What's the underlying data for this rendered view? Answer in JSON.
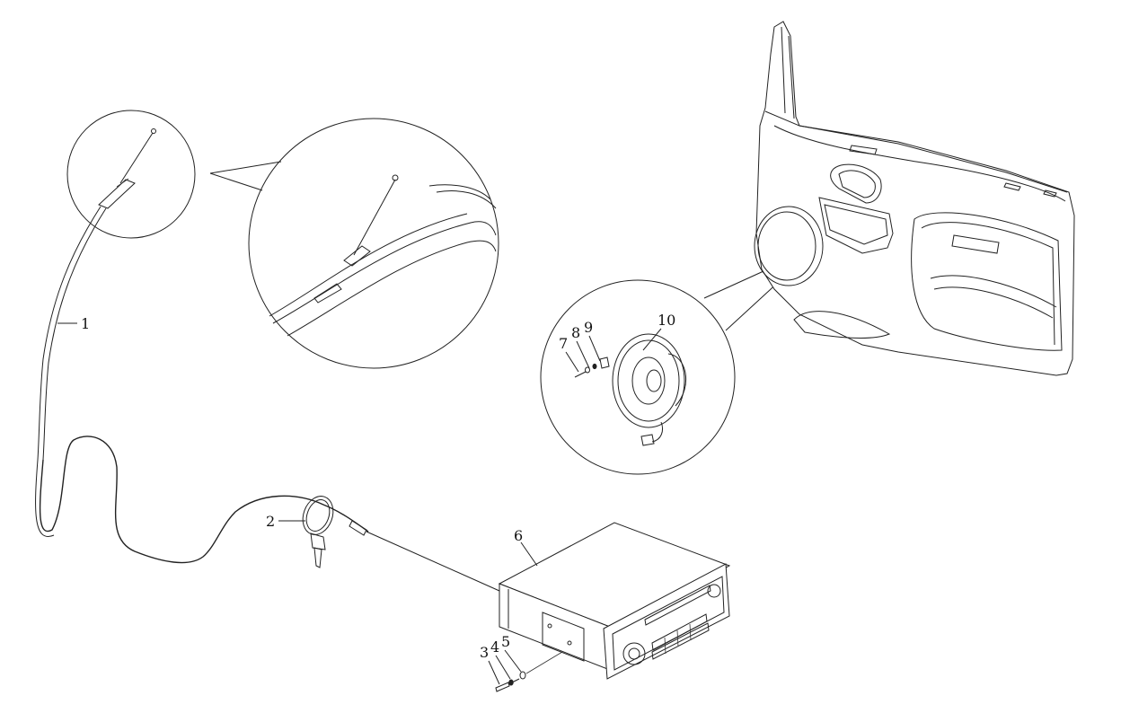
{
  "callouts": [
    {
      "id": "c1",
      "label": "1"
    },
    {
      "id": "c2",
      "label": "2"
    },
    {
      "id": "c3",
      "label": "3"
    },
    {
      "id": "c4",
      "label": "4"
    },
    {
      "id": "c5",
      "label": "5"
    },
    {
      "id": "c6",
      "label": "6"
    },
    {
      "id": "c7",
      "label": "7"
    },
    {
      "id": "c8",
      "label": "8"
    },
    {
      "id": "c9",
      "label": "9"
    },
    {
      "id": "c10",
      "label": "10"
    }
  ],
  "colors": {
    "line": "#222222",
    "background": "#ffffff"
  }
}
